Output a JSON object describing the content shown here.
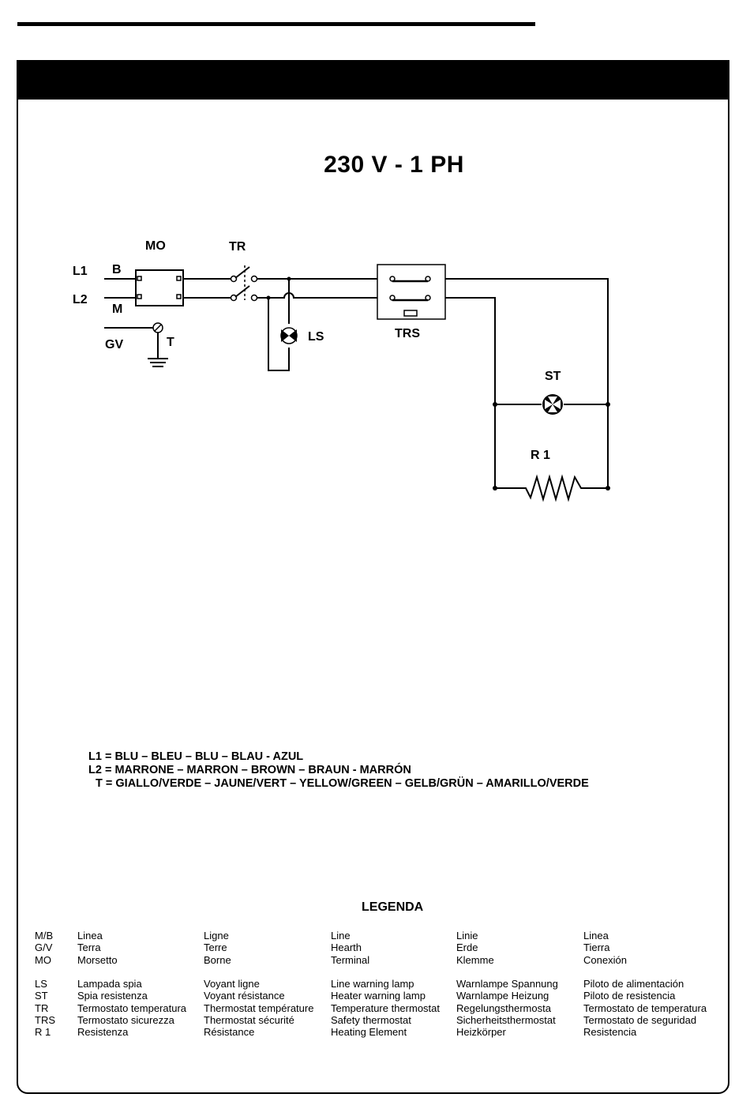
{
  "title": "230 V - 1 PH",
  "diagram": {
    "labels": {
      "mo": "MO",
      "tr": "TR",
      "l1": "L1",
      "l2": "L2",
      "b": "B",
      "m": "M",
      "gv": "GV",
      "t": "T",
      "ls": "LS",
      "trs": "TRS",
      "st": "ST",
      "r1": "R 1"
    }
  },
  "wire_colors": [
    "L1 = BLU – BLEU – BLU – BLAU - AZUL",
    "L2 = MARRONE – MARRON – BROWN – BRAUN - MARRÓN",
    "T = GIALLO/VERDE – JAUNE/VERT – YELLOW/GREEN – GELB/GRÜN – AMARILLO/VERDE"
  ],
  "legend": {
    "title": "LEGENDA",
    "group1": [
      [
        "M/B",
        "Linea",
        "Ligne",
        "Line",
        "Linie",
        "Linea"
      ],
      [
        "G/V",
        "Terra",
        "Terre",
        "Hearth",
        "Erde",
        "Tierra"
      ],
      [
        "MO",
        "Morsetto",
        "Borne",
        "Terminal",
        "Klemme",
        "Conexión"
      ]
    ],
    "group2": [
      [
        "LS",
        "Lampada spia",
        "Voyant ligne",
        "Line warning lamp",
        "Warnlampe Spannung",
        "Piloto de alimentación"
      ],
      [
        "ST",
        "Spia resistenza",
        "Voyant résistance",
        "Heater warning lamp",
        "Warnlampe Heizung",
        "Piloto de resistencia"
      ],
      [
        "TR",
        "Termostato temperatura",
        "Thermostat température",
        "Temperature thermostat",
        "Regelungsthermosta",
        "Termostato de temperatura"
      ],
      [
        "TRS",
        "Termostato sicurezza",
        "Thermostat sécurité",
        "Safety thermostat",
        "Sicherheitsthermostat",
        "Termostato de seguridad"
      ],
      [
        "R 1",
        "Resistenza",
        "Résistance",
        "Heating Element",
        "Heizkörper",
        "Resistencia"
      ]
    ]
  }
}
